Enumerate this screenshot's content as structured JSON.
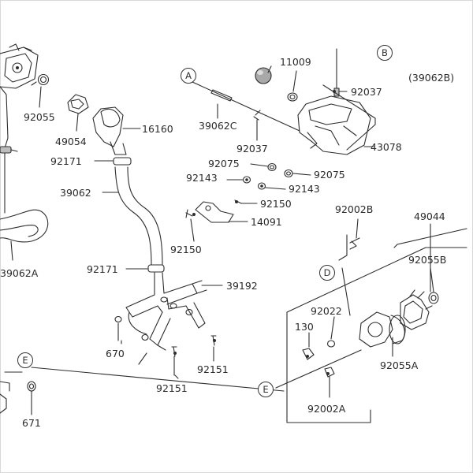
{
  "colors": {
    "ink": "#2d2d2d",
    "paper": "#ffffff",
    "shade": "#bdbdbd",
    "border": "#d8d8d8"
  },
  "ref_letters": {
    "a": "A",
    "b": "B",
    "d": "D",
    "e_left": "E",
    "e_right": "E"
  },
  "parts": {
    "p11009": "11009",
    "p92037_top": "92037",
    "p39062b": "(39062B)",
    "p92055": "92055",
    "p49054": "49054",
    "p16160": "16160",
    "p39062c": "39062C",
    "p92037": "92037",
    "p43078": "43078",
    "p92171_top": "92171",
    "p92075_a": "92075",
    "p92075_b": "92075",
    "p92143_a": "92143",
    "p92143_b": "92143",
    "p39062": "39062",
    "p92150_a": "92150",
    "p92002b": "92002B",
    "p49044": "49044",
    "p14091": "14091",
    "p92150_b": "92150",
    "p39062a": "39062A",
    "p92055b": "92055B",
    "p92171_mid": "92171",
    "p39192": "39192",
    "p92022": "92022",
    "p130": "130",
    "p670": "670",
    "p92151_a": "92151",
    "p92151_b": "92151",
    "p92055a": "92055A",
    "p92002a": "92002A",
    "p671": "671"
  }
}
